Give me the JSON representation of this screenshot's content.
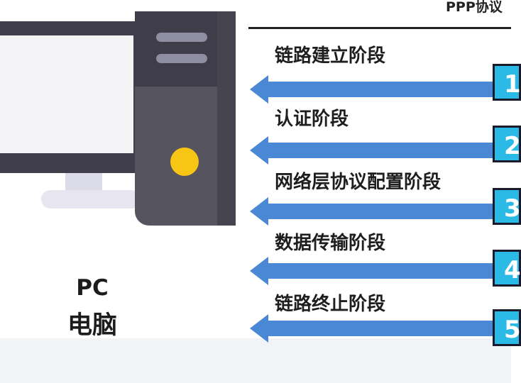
{
  "pc": {
    "label_line1": "PC",
    "label_line2": "电脑"
  },
  "protocol": {
    "title": "PPP协议"
  },
  "stages": [
    {
      "label": "链路建立阶段",
      "number": "1"
    },
    {
      "label": "认证阶段",
      "number": "2"
    },
    {
      "label": "网络层协议配置阶段",
      "number": "3"
    },
    {
      "label": "数据传输阶段",
      "number": "4"
    },
    {
      "label": "链路终止阶段",
      "number": "5"
    }
  ],
  "colors": {
    "arrow": "#4a88d6",
    "number_box": "#2bb9e6",
    "power_button": "#f7c614",
    "tower": "#55545f"
  }
}
